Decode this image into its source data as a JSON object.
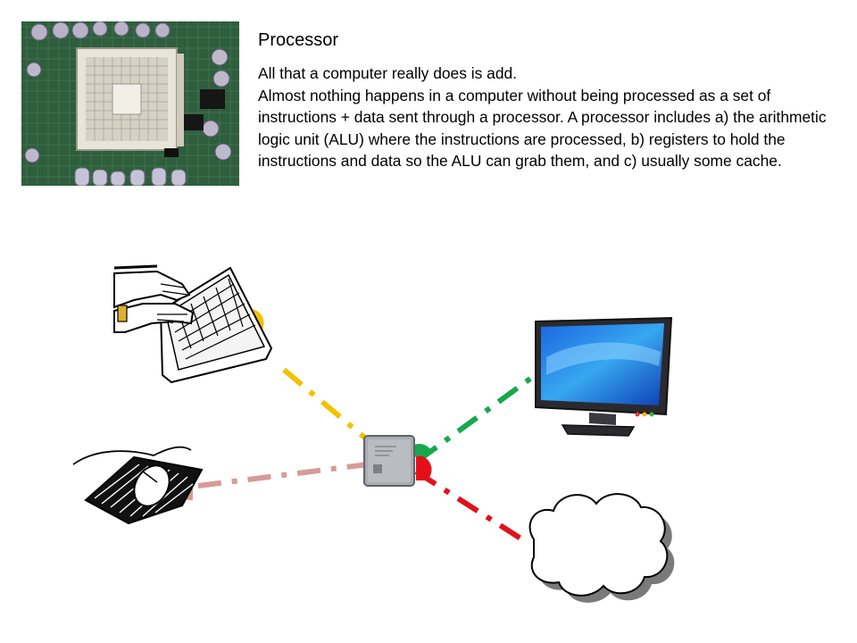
{
  "slide": {
    "title": "Processor",
    "body": [
      "All that a computer really does is add.",
      "Almost nothing happens in a computer without being processed as a set of instructions + data sent through a processor. A processor includes a) the arithmetic logic unit (ALU) where the instructions are processed, b) registers to hold the instructions and data so the ALU can grab them, and c) usually some cache."
    ]
  },
  "diagram": {
    "nodes": [
      "processor-chip",
      "keyboard",
      "mouse",
      "monitor",
      "cloud"
    ],
    "connection_colors": {
      "keyboard": "#f2c200",
      "mouse": "#d79a9a",
      "monitor": "#17a84e",
      "cloud": "#e3101a"
    }
  }
}
